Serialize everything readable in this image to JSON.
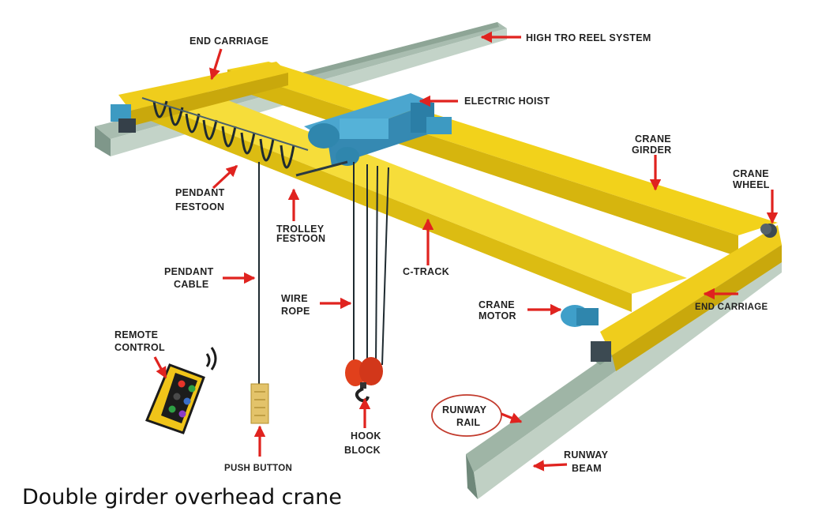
{
  "colors": {
    "girder_yellow": "#f2d21b",
    "girder_shade": "#d6b50e",
    "rail_green": "#9fb5a6",
    "hoist_blue": "#3f9fc9",
    "arrow_red": "#e0231f",
    "hook_red": "#e1401c"
  },
  "labels": {
    "high_tro_reel_system": "HIGH TRO REEL SYSTEM",
    "end_carriage_top": "END CARRIAGE",
    "electric_hoist": "ELECTRIC HOIST",
    "crane_girder_1": "CRANE",
    "crane_girder_2": "GIRDER",
    "crane_wheel_1": "CRANE",
    "crane_wheel_2": "WHEEL",
    "pendant_festoon_1": "PENDANT",
    "pendant_festoon_2": "FESTOON",
    "trolley_festoon_1": "TROLLEY",
    "trolley_festoon_2": "FESTOON",
    "c_track": "C-TRACK",
    "pendant_cable_1": "PENDANT",
    "pendant_cable_2": "CABLE",
    "wire_rope_1": "WIRE",
    "wire_rope_2": "ROPE",
    "crane_motor_1": "CRANE",
    "crane_motor_2": "MOTOR",
    "end_carriage_right": "END CARRIAGE",
    "remote_control_1": "REMOTE",
    "remote_control_2": "CONTROL",
    "runway_rail_1": "RUNWAY",
    "runway_rail_2": "RAIL",
    "hook_block_1": "HOOK",
    "hook_block_2": "BLOCK",
    "runway_beam_1": "RUNWAY",
    "runway_beam_2": "BEAM",
    "push_button": "PUSH BUTTON"
  },
  "caption": "Double girder overhead crane"
}
